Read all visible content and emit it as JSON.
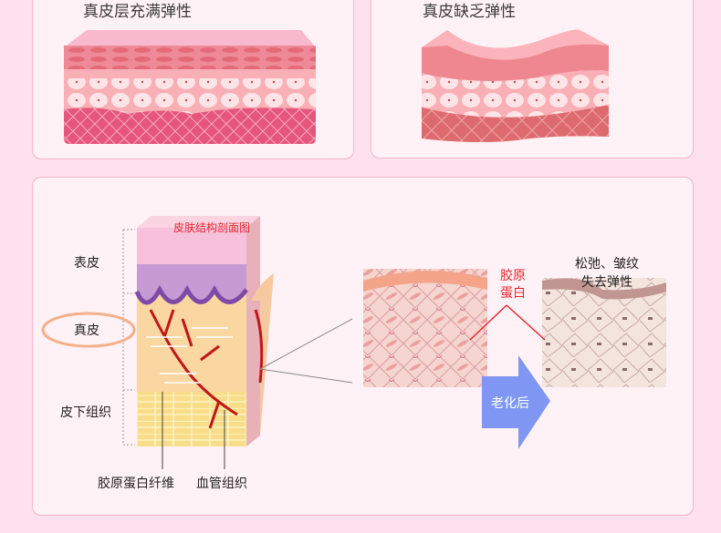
{
  "top_panels": [
    {
      "title": "真皮层充满弹性"
    },
    {
      "title": "真皮缺乏弹性"
    }
  ],
  "diagram": {
    "title": "皮肤结构剖面图",
    "layers": [
      "表皮",
      "真皮",
      "皮下组织"
    ],
    "highlighted_layer": "真皮",
    "bottom_labels": [
      "胶原蛋白纤维",
      "血管组织"
    ],
    "collagen_label": [
      "胶原",
      "蛋白"
    ],
    "aging_arrow": "老化后",
    "aged_label": [
      "松弛、皱纹",
      "失去弹性"
    ],
    "colors": {
      "accent_red": "#e8262f",
      "arrow_blue": "#7f97f2",
      "highlight_ring": "#f4b08a"
    }
  }
}
